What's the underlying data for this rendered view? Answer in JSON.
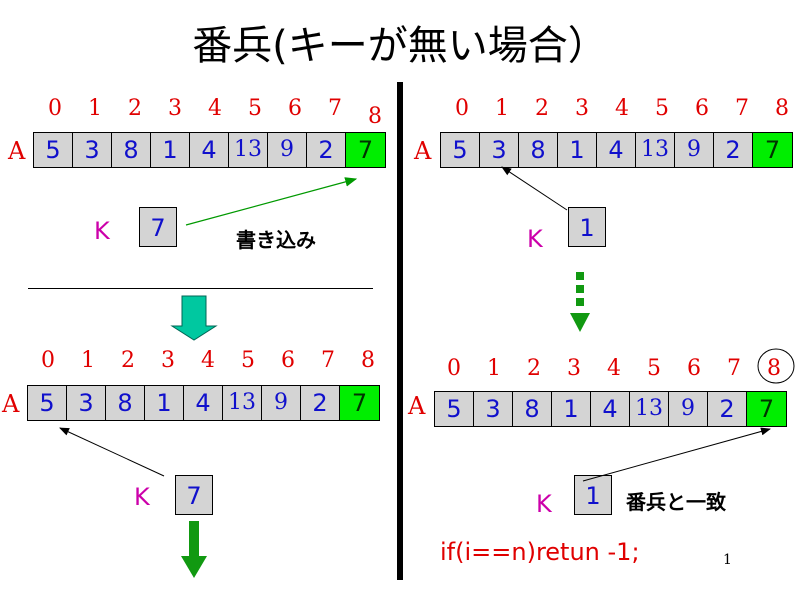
{
  "title": "番兵(キーが無い場合）",
  "array_label": "A",
  "key_label": "K",
  "indices": [
    "0",
    "1",
    "2",
    "3",
    "4",
    "5",
    "6",
    "7",
    "8"
  ],
  "top_left": {
    "cells": [
      "5",
      "3",
      "8",
      "1",
      "4",
      "13",
      "9",
      "2",
      "7"
    ],
    "key": "7",
    "note": "書き込み"
  },
  "top_right": {
    "cells": [
      "5",
      "3",
      "8",
      "1",
      "4",
      "13",
      "9",
      "2",
      "7"
    ],
    "key": "1"
  },
  "bottom_left": {
    "cells": [
      "5",
      "3",
      "8",
      "1",
      "4",
      "13",
      "9",
      "2",
      "7"
    ],
    "key": "7"
  },
  "bottom_right": {
    "cells": [
      "5",
      "3",
      "8",
      "1",
      "4",
      "13",
      "9",
      "2",
      "7"
    ],
    "key": "1",
    "note": "番兵と一致"
  },
  "code": "if(i==n)retun -1;",
  "page_number": "1",
  "colors": {
    "index": "#e00000",
    "cell_text": "#1010cc",
    "cell_bg": "#d4d4d4",
    "sentinel": "#00ee00",
    "key_label": "#cc00aa",
    "arrow_green": "#00aa00",
    "arrow_teal": "#00c8a0"
  }
}
